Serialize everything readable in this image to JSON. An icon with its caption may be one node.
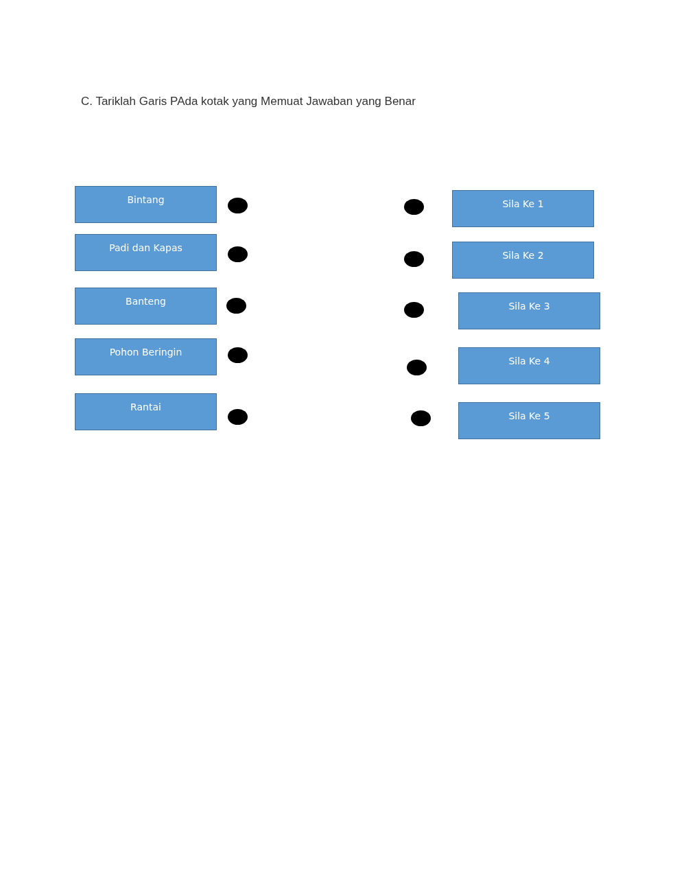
{
  "diagram": {
    "title": "C. Tariklah Garis PAda kotak yang Memuat Jawaban yang Benar",
    "nodes": [
      {
        "text": [
          "Bintang"
        ]
      },
      {
        "text": [
          "Padi dan Kapas"
        ]
      },
      {
        "text": [
          "Banteng"
        ]
      },
      {
        "text": [
          "Pohon Beringin"
        ]
      },
      {
        "text": [
          "Rantai"
        ]
      },
      {
        "text": [
          "Sila Ke 1"
        ]
      },
      {
        "text": [
          "Sila Ke 2"
        ]
      },
      {
        "text": [
          "Sila Ke 3"
        ]
      },
      {
        "text": [
          "Sila Ke 4"
        ]
      },
      {
        "text": [
          "Sila Ke 5"
        ]
      }
    ]
  }
}
